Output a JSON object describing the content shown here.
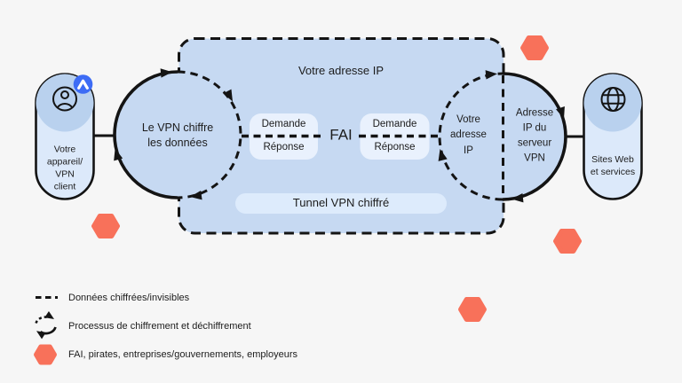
{
  "diagram": {
    "device": {
      "label": "Votre\nappareil/\nVPN\nclient",
      "icon": "user-icon",
      "badge_icon": "vpn-app-badge-icon"
    },
    "encrypt_circle": {
      "label": "Le VPN chiffre\nles données"
    },
    "ip_box": {
      "title": "Votre adresse IP",
      "tunnel_label": "Tunnel VPN chiffré"
    },
    "exchange_left": {
      "request": "Demande",
      "response": "Réponse"
    },
    "isp_label": "FAI",
    "exchange_right": {
      "request": "Demande",
      "response": "Réponse"
    },
    "your_ip_circle": {
      "label": "Votre\nadresse\nIP"
    },
    "vpn_server_circle": {
      "label": "Adresse\nIP du\nserveur\nVPN"
    },
    "websites": {
      "label": "Sites Web\net services",
      "icon": "globe-icon"
    }
  },
  "legend": [
    {
      "icon": "dashed-line-icon",
      "label": "Données chiffrées/invisibles"
    },
    {
      "icon": "encryption-cycle-icon",
      "label": "Processus de chiffrement et déchiffrement"
    },
    {
      "icon": "threat-hexagon-icon",
      "label": "FAI, pirates, entreprises/gouvernements, employeurs"
    }
  ],
  "colors": {
    "background": "#F6F6F6",
    "panel_fill": "#C6D9F2",
    "pill_fill": "#DCE9FA",
    "pill_accent": "#B9D1EE",
    "inner_box_fill": "#E9F1FD",
    "tunnel_fill": "#DDEBFC",
    "threat": "#F8715A",
    "brand_badge": "#3D6CF5",
    "line": "#141414"
  }
}
